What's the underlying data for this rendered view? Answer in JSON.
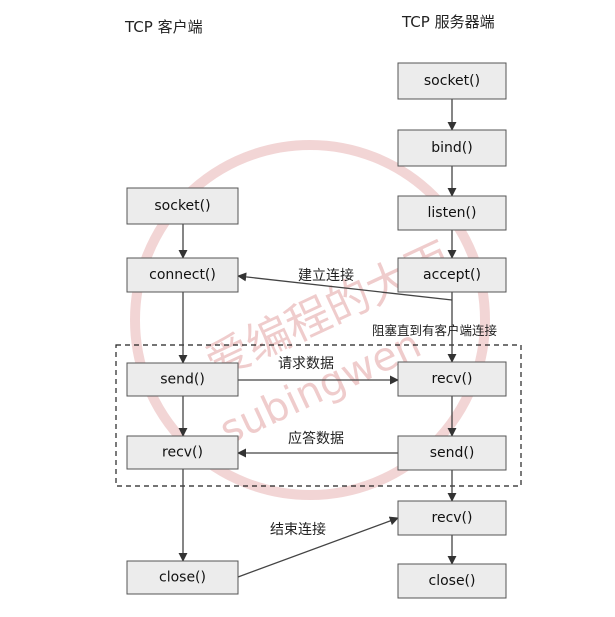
{
  "client": {
    "title": "TCP 客户端",
    "socket": "socket()",
    "connect": "connect()",
    "send": "send()",
    "recv": "recv()",
    "close": "close()"
  },
  "server": {
    "title": "TCP 服务器端",
    "socket": "socket()",
    "bind": "bind()",
    "listen": "listen()",
    "accept": "accept()",
    "recv": "recv()",
    "send": "send()",
    "recv2": "recv()",
    "close": "close()"
  },
  "labels": {
    "establish": "建立连接",
    "block": "阻塞直到有客户端连接",
    "request": "请求数据",
    "reply": "应答数据",
    "finish": "结束连接"
  },
  "watermark": {
    "text_cn": "爱编程的大丙",
    "text_en": "subingwen"
  },
  "colors": {
    "box_fill": "#ececec",
    "box_stroke": "#555555",
    "line": "#444444",
    "watermark": "#e3a3a3"
  }
}
